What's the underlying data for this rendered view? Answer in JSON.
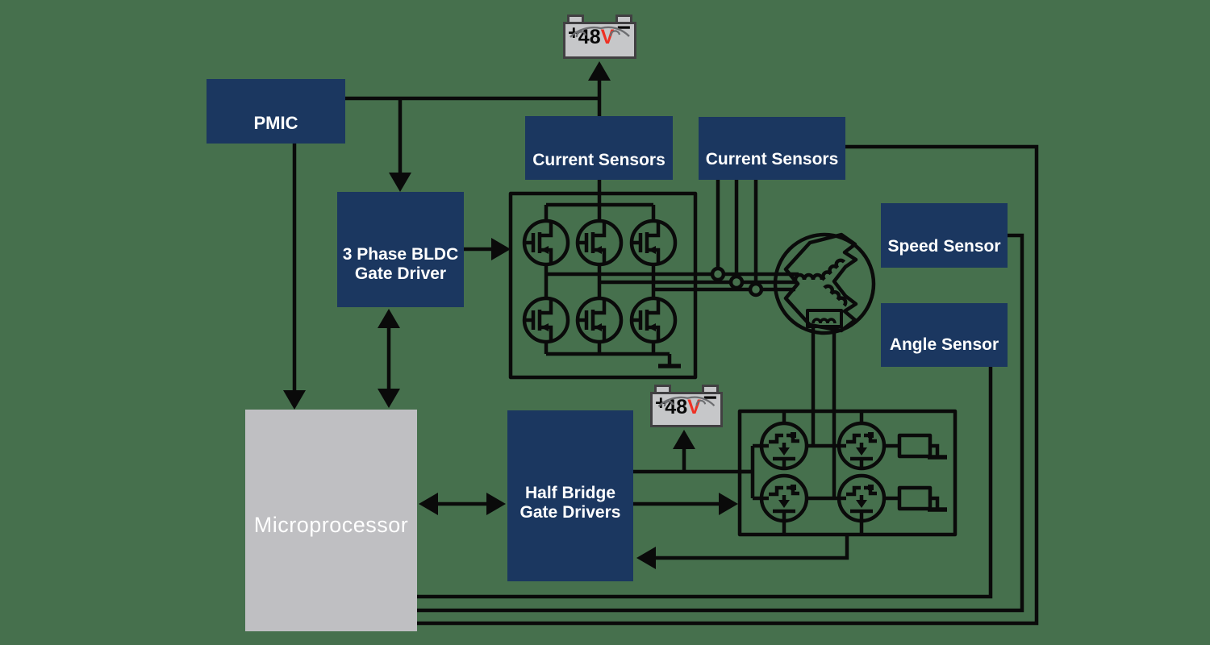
{
  "colors": {
    "background": "#46704D",
    "block_navy": "#1B3760",
    "block_gray": "#BFBFC2",
    "line": "#0A0A0A",
    "battery_fill": "#C6C7C9",
    "battery_border": "#414042",
    "accent_red": "#EE3124",
    "text_white": "#FFFFFF",
    "car_gray": "#6D6E71"
  },
  "blocks": {
    "pmic": {
      "label": "PMIC"
    },
    "gate_driver": {
      "line1": "3 Phase BLDC",
      "line2": "Gate Driver"
    },
    "current_sensors_left": {
      "label": "Current Sensors"
    },
    "current_sensors_right": {
      "label": "Current Sensors"
    },
    "speed_sensor": {
      "label": "Speed Sensor"
    },
    "angle_sensor": {
      "label": "Angle Sensor"
    },
    "half_bridge": {
      "line1": "Half Bridge",
      "line2": "Gate Drivers"
    },
    "microprocessor": {
      "label": "Microprocessor"
    }
  },
  "battery": {
    "plus": "+",
    "value": "48",
    "unit": "V",
    "minus": "−"
  },
  "icons": {
    "battery_top": "48V automotive battery",
    "battery_bottom": "48V automotive battery",
    "motor": "3-phase BLDC motor with position winding",
    "inverter": "six-MOSFET three-phase bridge",
    "h_bridge": "four-MOSFET bridge with sense resistors"
  }
}
